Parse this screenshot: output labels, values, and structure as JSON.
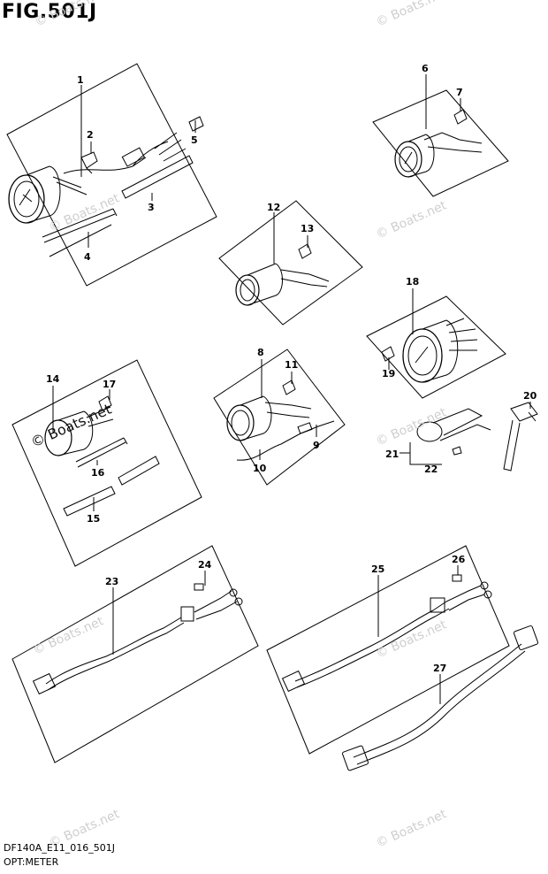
{
  "figure": {
    "title": "FIG.501J",
    "code": "DF140A_E11_016_501J",
    "name": "OPT:METER"
  },
  "watermark": "© Boats.net",
  "callouts": [
    "1",
    "2",
    "3",
    "4",
    "5",
    "6",
    "7",
    "8",
    "9",
    "10",
    "11",
    "12",
    "13",
    "14",
    "15",
    "16",
    "17",
    "18",
    "19",
    "20",
    "21",
    "22",
    "23",
    "24",
    "25",
    "26",
    "27"
  ]
}
